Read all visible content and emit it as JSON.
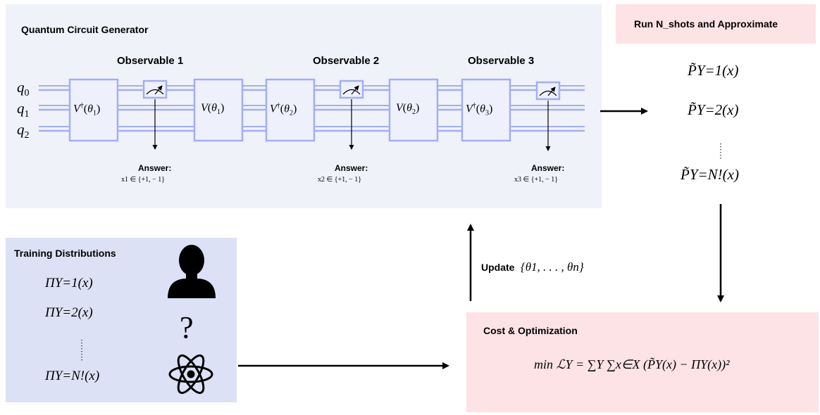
{
  "circuit": {
    "title": "Quantum Circuit Generator",
    "qubits": [
      "q0",
      "q1",
      "q2"
    ],
    "observables": [
      {
        "title": "Observable 1",
        "answer_label": "Answer:",
        "answer_value": "x1 ∈ {+1, − 1}"
      },
      {
        "title": "Observable 2",
        "answer_label": "Answer:",
        "answer_value": "x2 ∈ {+1, − 1}"
      },
      {
        "title": "Observable 3",
        "answer_label": "Answer:",
        "answer_value": "x3 ∈ {+1, − 1}"
      }
    ],
    "gates": [
      "V†(θ1)",
      "V(θ1)",
      "V†(θ2)",
      "V(θ2)",
      "V†(θ3)"
    ],
    "colors": {
      "panel": "#f0f2fa",
      "wire": "#a3aef5",
      "gate_fill": "#eef0fb"
    }
  },
  "run": {
    "title": "Run N_shots and Approximate",
    "probabilities": [
      "P̃Y=1(x)",
      "P̃Y=2(x)",
      "⋮",
      "P̃Y=N!(x)"
    ],
    "colors": {
      "header": "#fde2e6"
    }
  },
  "training": {
    "title": "Training Distributions",
    "distributions": [
      "ΠY=1(x)",
      "ΠY=2(x)",
      "⋮",
      "ΠY=N!(x)"
    ],
    "icons": [
      "person-silhouette-icon",
      "question-mark-icon",
      "atom-icon"
    ],
    "colors": {
      "panel": "#dde1f5"
    }
  },
  "update": {
    "label": "Update",
    "params": "{θ1, . . . , θn}"
  },
  "cost": {
    "title": "Cost & Optimization",
    "formula": "min ℒY = ∑Y ∑x∈X (P̃Y(x) − ΠY(x))²",
    "colors": {
      "panel": "#fde2e6"
    }
  }
}
